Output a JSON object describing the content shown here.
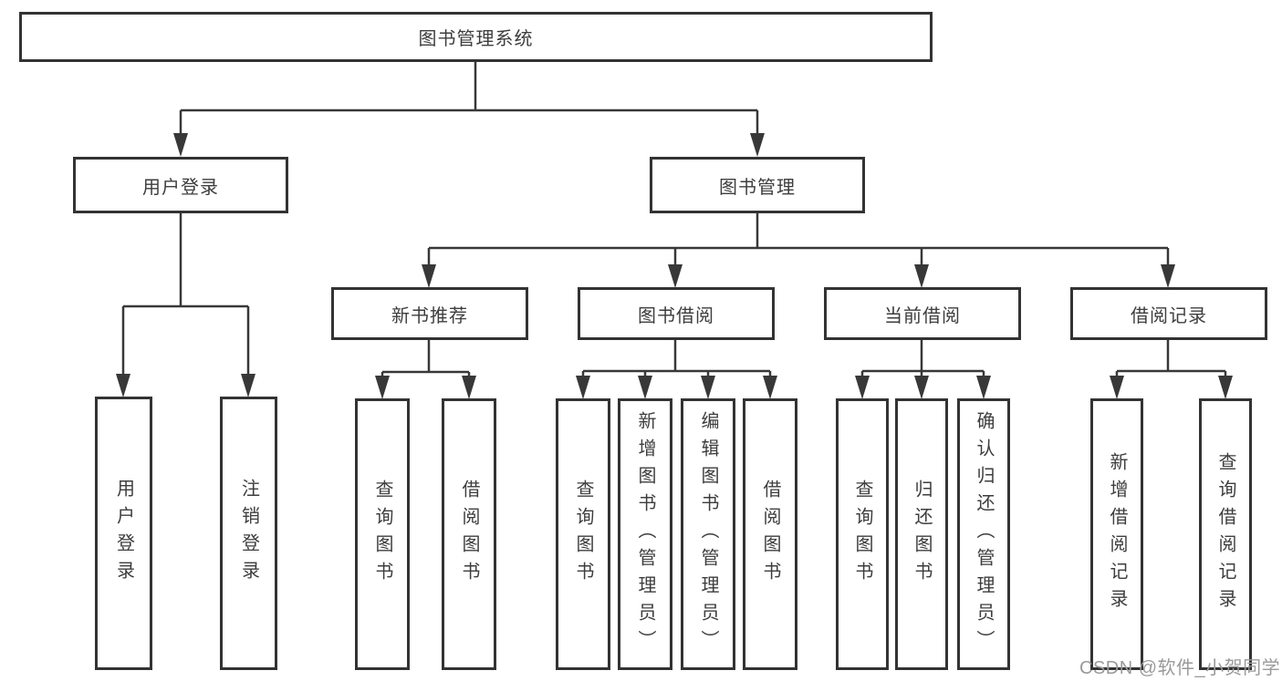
{
  "tree": {
    "root": {
      "label": "图书管理系统",
      "children": [
        {
          "label": "用户登录",
          "children": [
            {
              "label": "用户登录"
            },
            {
              "label": "注销登录"
            }
          ]
        },
        {
          "label": "图书管理",
          "children": [
            {
              "label": "新书推荐",
              "children": [
                {
                  "label": "查询图书"
                },
                {
                  "label": "借阅图书"
                }
              ]
            },
            {
              "label": "图书借阅",
              "children": [
                {
                  "label": "查询图书"
                },
                {
                  "label": "新增图书（管理员）"
                },
                {
                  "label": "编辑图书（管理员）"
                },
                {
                  "label": "借阅图书"
                }
              ]
            },
            {
              "label": "当前借阅",
              "children": [
                {
                  "label": "查询图书"
                },
                {
                  "label": "归还图书"
                },
                {
                  "label": "确认归还（管理员）"
                }
              ]
            },
            {
              "label": "借阅记录",
              "children": [
                {
                  "label": "新增借阅记录"
                },
                {
                  "label": "查询借阅记录"
                }
              ]
            }
          ]
        }
      ]
    }
  },
  "watermark": {
    "text": "CSDN @软件_小贺同学"
  },
  "colors": {
    "line": "#383838",
    "box_border": "#333333",
    "text": "#3d3d3d",
    "watermark": "#9a9a9a",
    "background": "#ffffff"
  }
}
